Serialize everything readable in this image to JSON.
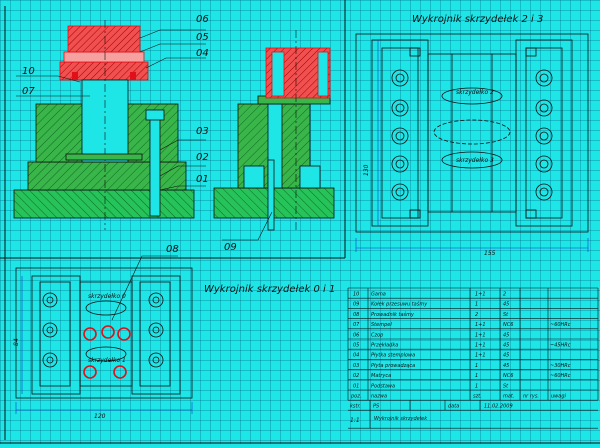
{
  "colors": {
    "background": "#1ee6e6",
    "hatch_green": "#1a9a3a",
    "part_fill": "#39b54a",
    "red": "#e0101a",
    "line": "#101010",
    "dim": "#0a3fd0"
  },
  "callouts": {
    "c06": "06",
    "c05": "05",
    "c04": "04",
    "c10": "10",
    "c07": "07",
    "c03": "03",
    "c02": "02",
    "c01": "01",
    "c09": "09",
    "c08": "08"
  },
  "strip_23": {
    "title": "Wykrojnik  skrzydełek  2 i 3",
    "label_a": "skrzydełko  2",
    "label_b": "skrzydełko  3",
    "dim_width": "155",
    "dim_height": "130"
  },
  "strip_01": {
    "title": "Wykrojnik  skrzydełek  0 i 1",
    "label_a": "skrzydełko  0",
    "label_b": "skrzydełko  1",
    "dim_width": "120",
    "dim_height": "84"
  },
  "parts_table": {
    "rows": [
      {
        "poz": "10",
        "name": "Gama",
        "qty": "1+1",
        "mat": "2",
        "note": ""
      },
      {
        "poz": "09",
        "name": "Kołek przesuwu taśmy",
        "qty": "1",
        "mat": "45",
        "note": ""
      },
      {
        "poz": "08",
        "name": "Prowadnik taśmy",
        "qty": "2",
        "mat": "St",
        "note": ""
      },
      {
        "poz": "07",
        "name": "Stempel",
        "qty": "1+1",
        "mat": "NC6",
        "note": "~60HRc"
      },
      {
        "poz": "06",
        "name": "Czop",
        "qty": "1+1",
        "mat": "45",
        "note": ""
      },
      {
        "poz": "05",
        "name": "Przekładka",
        "qty": "1+1",
        "mat": "45",
        "note": "~45HRc"
      },
      {
        "poz": "04",
        "name": "Płytka stemplowa",
        "qty": "1+1",
        "mat": "45",
        "note": ""
      },
      {
        "poz": "03",
        "name": "Płyta prowadząca",
        "qty": "1",
        "mat": "45",
        "note": "~30HRc"
      },
      {
        "poz": "02",
        "name": "Matryca",
        "qty": "1",
        "mat": "NC6",
        "note": "~60HRc"
      },
      {
        "poz": "01",
        "name": "Podstawa",
        "qty": "1",
        "mat": "St",
        "note": ""
      }
    ],
    "header": {
      "poz": "poz.",
      "name": "nazwa",
      "qty": "szt.",
      "mat": "mat.",
      "note": "nr rys.",
      "extra": "uwagi"
    },
    "title_row": {
      "kstr": "kstr.",
      "ps": "PS",
      "data_label": "data",
      "date": "11.02.2009"
    },
    "scale": "1:1",
    "drawing_name": "Wykrojnik skrzydełek"
  }
}
